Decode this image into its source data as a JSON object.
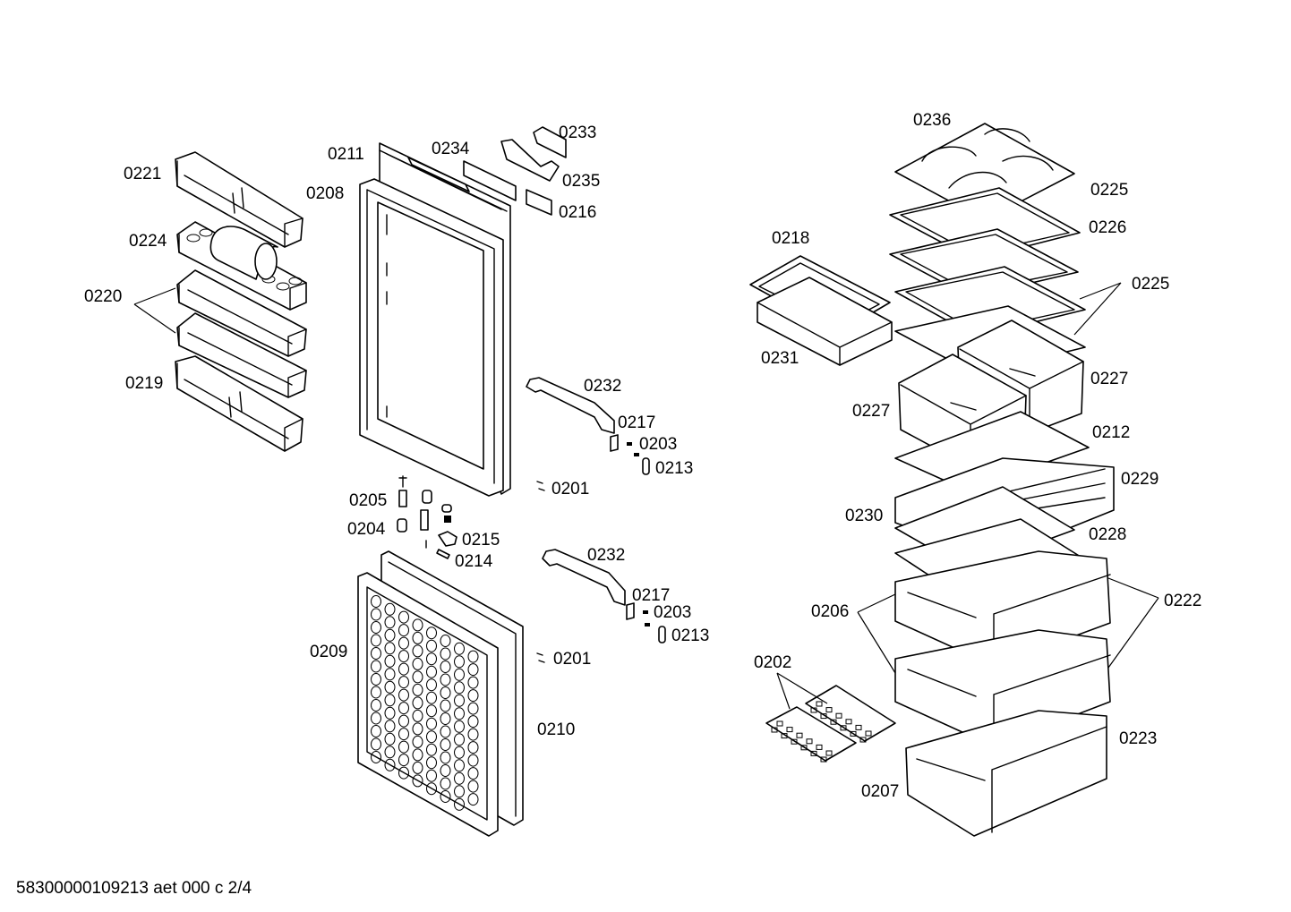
{
  "document_id": "58300000109213 aet 000 c 2/4",
  "part_labels": {
    "l0221": "0221",
    "l0224": "0224",
    "l0220": "0220",
    "l0219": "0219",
    "l0211": "0211",
    "l0208": "0208",
    "l0234": "0234",
    "l0233": "0233",
    "l0235": "0235",
    "l0216": "0216",
    "l0232a": "0232",
    "l0217a": "0217",
    "l0203a": "0203",
    "l0213a": "0213",
    "l0201a": "0201",
    "l0205": "0205",
    "l0204": "0204",
    "l0215": "0215",
    "l0214": "0214",
    "l0232b": "0232",
    "l0217b": "0217",
    "l0203b": "0203",
    "l0213b": "0213",
    "l0201b": "0201",
    "l0209": "0209",
    "l0210": "0210",
    "l0236": "0236",
    "l0225a": "0225",
    "l0226": "0226",
    "l0225b": "0225",
    "l0218": "0218",
    "l0231": "0231",
    "l0227a": "0227",
    "l0227b": "0227",
    "l0212": "0212",
    "l0229": "0229",
    "l0230": "0230",
    "l0228": "0228",
    "l0206": "0206",
    "l0222": "0222",
    "l0202": "0202",
    "l0223": "0223",
    "l0207": "0207"
  }
}
